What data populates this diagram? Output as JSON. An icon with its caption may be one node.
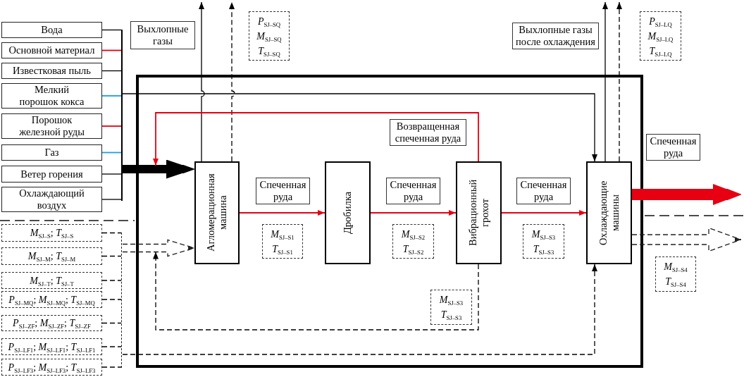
{
  "diagram": {
    "nodes": [
      {
        "text": [
          "Вода"
        ]
      },
      {
        "text": [
          "Основной материал"
        ]
      },
      {
        "text": [
          "Известковая пыль"
        ]
      },
      {
        "text": [
          "Мелкий порошок кокса"
        ]
      },
      {
        "text": [
          "Порошок железной руды"
        ]
      },
      {
        "text": [
          "Газ"
        ]
      },
      {
        "text": [
          "Ветер горения"
        ]
      },
      {
        "text": [
          "Охлаждающий воздух"
        ]
      },
      {
        "text": [
          "Выхлопные газы"
        ]
      },
      {
        "text": [
          "*P*$_{SJ–SQ}$",
          "*M*$_{SJ–SQ}$",
          "*T*$_{SJ–SQ}$"
        ]
      },
      {
        "text": [
          "Выхлопные газы после охлаждения"
        ]
      },
      {
        "text": [
          "*P*$_{SJ–LQ}$",
          "*M*$_{SJ–LQ}$",
          "*T*$_{SJ–LQ}$"
        ]
      },
      {
        "text": [],
        "shape": "box"
      },
      {
        "text": [
          "Агломерационная машина"
        ],
        "in": 12
      },
      {
        "text": [
          "Спеченная руда"
        ],
        "in": 12
      },
      {
        "text": [
          "*M*$_{SJ–S1}$",
          "*T*$_{SJ–S1}$"
        ],
        "in": 12
      },
      {
        "text": [
          "Дробилка"
        ],
        "in": 12
      },
      {
        "text": [
          "Спеченная руда"
        ],
        "in": 12
      },
      {
        "text": [
          "*M*$_{SJ–S2}$",
          "*T*$_{SJ–S2}$"
        ],
        "in": 12
      },
      {
        "text": [
          "Возвращенная спеченная руда"
        ],
        "in": 12
      },
      {
        "text": [
          "Вибрационный грохот"
        ],
        "in": 12
      },
      {
        "text": [
          "Спеченная руда"
        ],
        "in": 12
      },
      {
        "text": [
          "*M*$_{SJ–S3}$",
          "*T*$_{SJ–S3}$"
        ],
        "in": 12
      },
      {
        "text": [
          "*M*$_{SJ–S3}$",
          "*T*$_{SJ–S3}$"
        ],
        "in": 12
      },
      {
        "text": [
          "Охлаждающие машины"
        ],
        "in": 12
      },
      {
        "text": [
          "Спеченная руда"
        ]
      },
      {
        "text": [
          "*M*$_{SJ–S4}$",
          "*T*$_{SJ–S4}$"
        ]
      },
      {
        "text": [
          "*M*$_{SJ–S}$; *T*$_{SJ–S}$"
        ]
      },
      {
        "text": [
          "*M*$_{SJ–M}$; *T*$_{SJ–M}$"
        ]
      },
      {
        "text": [
          "*M*$_{SJ–T}$; *T*$_{SJ–T}$"
        ]
      },
      {
        "text": [
          "*P*$_{SJ–MQ}$; *M*$_{SJ–MQ}$; *T*$_{SJ–MQ}$"
        ]
      },
      {
        "text": [
          "*P*$_{SJ–ZF}$; *M*$_{SJ–ZF}$; *T*$_{SJ–ZF}$"
        ]
      },
      {
        "text": [
          "*P*$_{SJ–LF1}$; *M*$_{SJ–LF1}$; *T*$_{SJ–LF1}$"
        ]
      },
      {
        "text": [
          "*P*$_{SJ–LF3}$; *M*$_{SJ–LF3}$; *T*$_{SJ–LF3}$"
        ]
      },
      {
        "text": [],
        "shape": "bar"
      },
      {
        "text": [],
        "shape": "bar"
      }
    ],
    "edges": [
      {
        "from": 0,
        "to": 34,
        "arrow": "none"
      },
      {
        "from": 1,
        "to": 34,
        "arrow": "none",
        "color": "#e60012"
      },
      {
        "from": 2,
        "to": 34,
        "arrow": "none"
      },
      {
        "from": 3,
        "to": 34,
        "arrow": "none",
        "color": "#1a9fe3"
      },
      {
        "from": 4,
        "to": 34,
        "arrow": "none",
        "color": "#e60012"
      },
      {
        "from": 5,
        "to": 34,
        "arrow": "none",
        "color": "#1a9fe3"
      },
      {
        "from": 6,
        "to": 34,
        "arrow": "none"
      },
      {
        "from": 7,
        "to": 34,
        "arrow": "none"
      },
      {
        "from": 34,
        "to": 13,
        "arrow": "to",
        "style": "thick"
      },
      {
        "from": 34,
        "to": 24,
        "arrow": "to"
      },
      {
        "from": 13,
        "to": null,
        "arrow": "to"
      },
      {
        "from": 13,
        "to": null,
        "arrow": "to",
        "style": "dashed"
      },
      {
        "from": 13,
        "to": 16,
        "arrow": "to",
        "color": "#e60012"
      },
      {
        "from": 16,
        "to": 20,
        "arrow": "to",
        "color": "#e60012"
      },
      {
        "from": 20,
        "to": 24,
        "arrow": "to",
        "color": "#e60012"
      },
      {
        "from": 20,
        "to": 13,
        "arrow": "to",
        "color": "#e60012"
      },
      {
        "from": 24,
        "to": null,
        "arrow": "to"
      },
      {
        "from": 24,
        "to": null,
        "arrow": "to",
        "style": "dashed"
      },
      {
        "from": 24,
        "to": null,
        "arrow": "to",
        "style": "thick",
        "color": "#e60012"
      },
      {
        "from": 24,
        "to": null,
        "arrow": "to",
        "style": "dashed"
      },
      {
        "from": 27,
        "to": 35,
        "arrow": "none",
        "style": "dashed"
      },
      {
        "from": 28,
        "to": 35,
        "arrow": "none",
        "style": "dashed"
      },
      {
        "from": 29,
        "to": 35,
        "arrow": "none",
        "style": "dashed"
      },
      {
        "from": 30,
        "to": 35,
        "arrow": "none",
        "style": "dashed"
      },
      {
        "from": 31,
        "to": 35,
        "arrow": "none",
        "style": "dashed"
      },
      {
        "from": 32,
        "to": 35,
        "arrow": "none",
        "style": "dashed"
      },
      {
        "from": 33,
        "to": 35,
        "arrow": "none",
        "style": "dashed"
      },
      {
        "from": 35,
        "to": 13,
        "arrow": "to",
        "style": "dashed"
      },
      {
        "from": 35,
        "to": 24,
        "arrow": "to",
        "style": "dashed"
      },
      {
        "from": 20,
        "to": 13,
        "arrow": "to",
        "style": "dashed"
      }
    ]
  }
}
